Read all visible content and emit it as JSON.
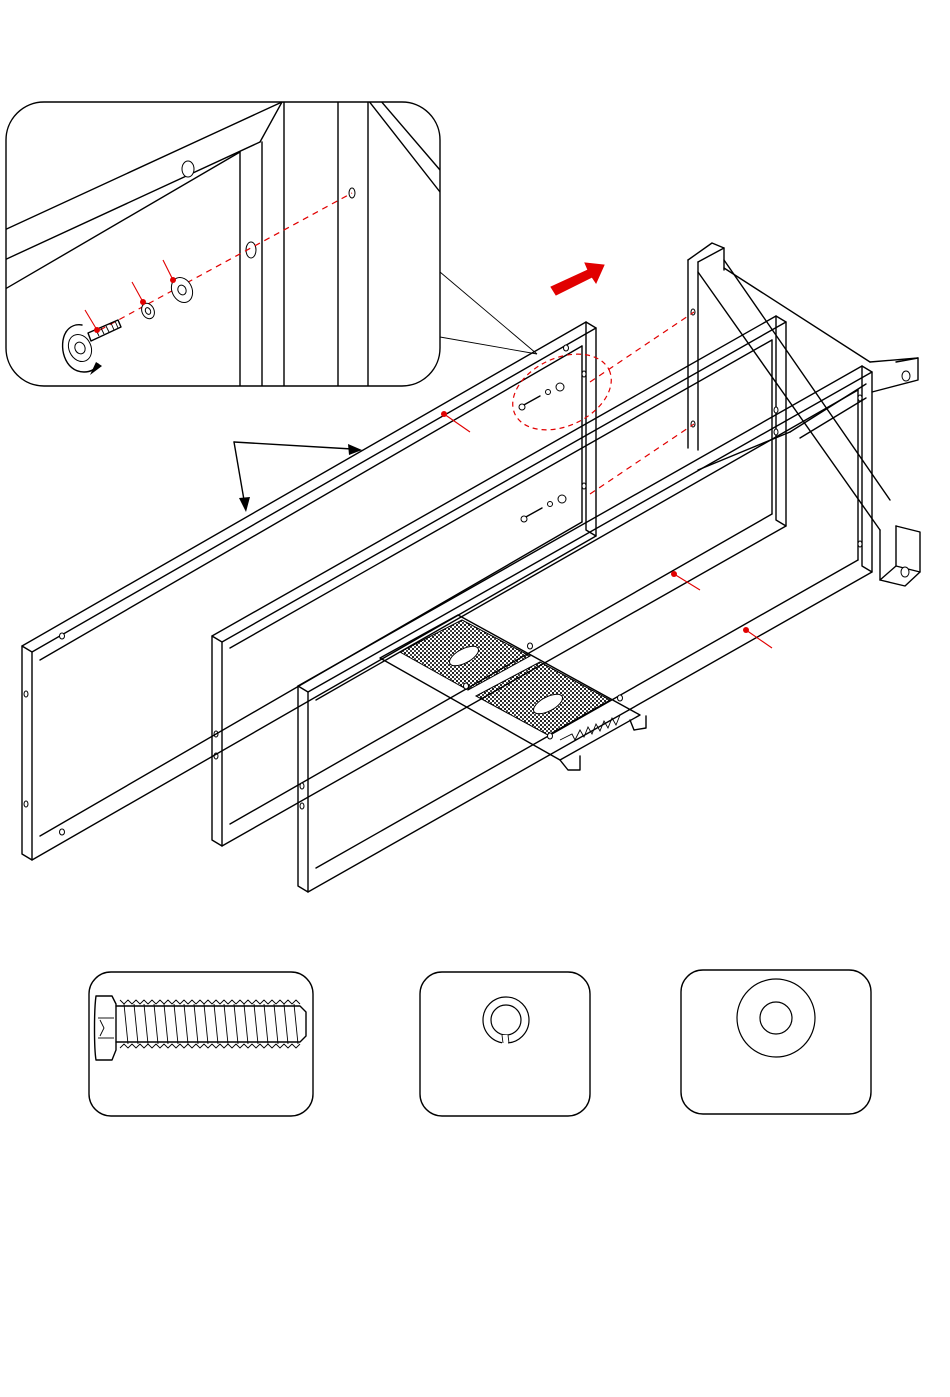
{
  "diagram": {
    "step": "frame-assembly",
    "accent_color": "#e10000",
    "line_color": "#000000",
    "background": "#ffffff",
    "icons": {
      "direction_arrow": "red-arrow-icon",
      "rotation": "tighten-rotation-icon",
      "bolt": "bolt-icon",
      "spring_washer": "spring-washer-icon",
      "flat_washer": "flat-washer-icon"
    },
    "hardware_panels": [
      "bolt",
      "spring-washer",
      "flat-washer"
    ]
  }
}
